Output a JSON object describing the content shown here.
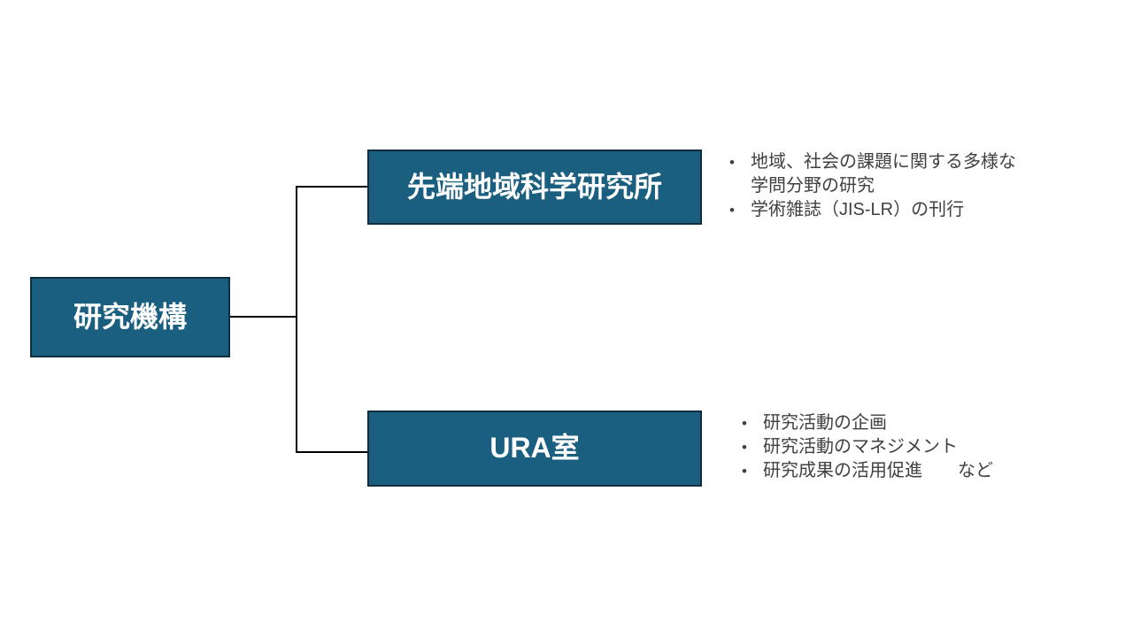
{
  "colors": {
    "background": "#FFFFFF",
    "box_fill": "#1A5F80",
    "box_border": "#0E2D3E",
    "box_text": "#FFFFFF",
    "connector_line": "#000000",
    "bullet_text": "#404040"
  },
  "org_chart": {
    "root": {
      "label": "研究機構"
    },
    "branches": [
      {
        "label": "先端地域科学研究所",
        "bullets": [
          "地域、社会の課題に関する多様な学問分野の研究",
          "学術雑誌（JIS-LR）の刊行"
        ]
      },
      {
        "label": "URA室",
        "bullets": [
          "研究活動の企画",
          "研究活動のマネジメント",
          "研究成果の活用促進　　など"
        ]
      }
    ]
  }
}
